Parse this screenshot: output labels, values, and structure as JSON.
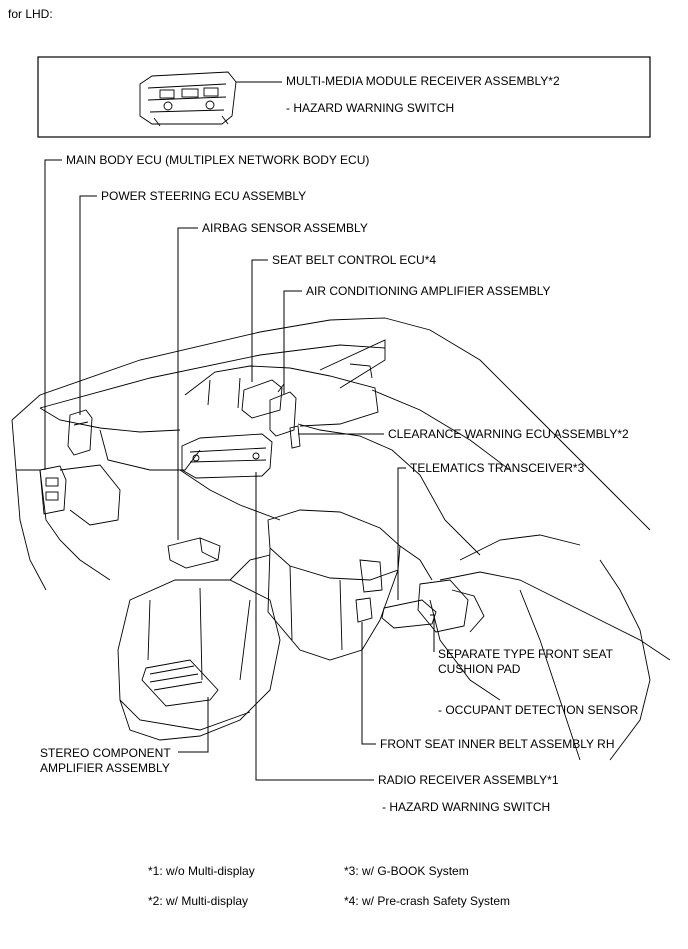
{
  "heading": "for LHD:",
  "top_box": {
    "receiver_label": "MULTI-MEDIA MODULE RECEIVER ASSEMBLY*2",
    "switch_label": "- HAZARD WARNING SWITCH"
  },
  "labels": {
    "main_body_ecu": "MAIN BODY ECU (MULTIPLEX NETWORK BODY ECU)",
    "power_steering_ecu": "POWER STEERING ECU ASSEMBLY",
    "airbag_sensor": "AIRBAG SENSOR ASSEMBLY",
    "seat_belt_ecu": "SEAT BELT CONTROL ECU*4",
    "ac_amplifier": "AIR CONDITIONING AMPLIFIER ASSEMBLY",
    "clearance_warning_ecu": "CLEARANCE WARNING ECU ASSEMBLY*2",
    "telematics": "TELEMATICS TRANSCEIVER*3",
    "seat_cushion_pad": "SEPARATE TYPE FRONT SEAT CUSHION PAD",
    "occupant_sensor": "- OCCUPANT DETECTION SENSOR",
    "stereo_amplifier": "STEREO COMPONENT AMPLIFIER ASSEMBLY",
    "front_seat_belt": "FRONT SEAT INNER BELT ASSEMBLY RH",
    "radio_receiver": "RADIO RECEIVER ASSEMBLY*1",
    "hazard_switch": "- HAZARD WARNING SWITCH"
  },
  "footnotes": {
    "n1": "*1: w/o Multi-display",
    "n2": "*2: w/ Multi-display",
    "n3": "*3: w/ G-BOOK System",
    "n4": "*4: w/ Pre-crash Safety System"
  }
}
